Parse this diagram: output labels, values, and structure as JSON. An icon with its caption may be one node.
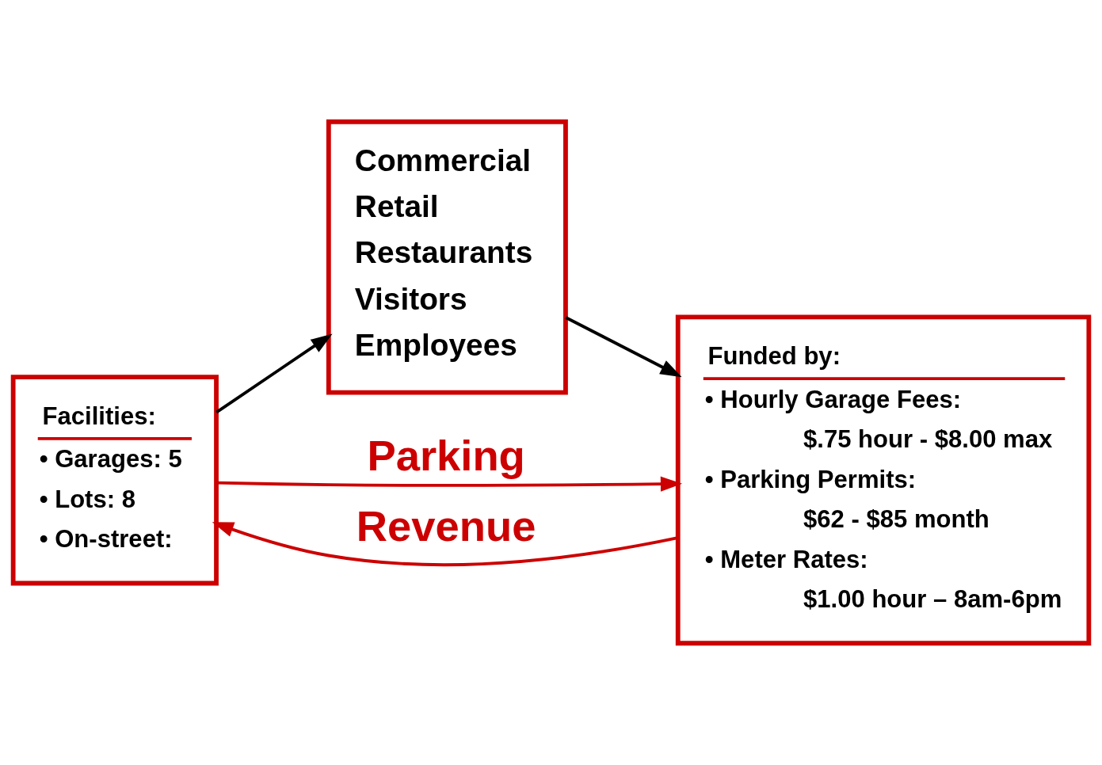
{
  "diagram": {
    "nodes": [
      {
        "text": [
          "Facilities:",
          "• Garages: 5",
          "• Lots: 8",
          "• On-street:"
        ]
      },
      {
        "text": [
          "Commercial",
          "Retail",
          "Restaurants",
          "Visitors",
          "Employees"
        ]
      },
      {
        "text": [
          "Funded by:",
          "• Hourly Garage Fees:",
          "$.75 hour - $8.00 max",
          "• Parking Permits:",
          "$62 - $85 month",
          "• Meter Rates:",
          "$1.00 hour – 8am-6pm"
        ]
      }
    ],
    "edges": [
      {
        "from": 0,
        "to": 1,
        "arrow": "to"
      },
      {
        "from": 1,
        "to": 2,
        "arrow": "to"
      },
      {
        "from": 0,
        "to": 2,
        "arrow": "to",
        "label": "Parking",
        "color": "#cc0000"
      },
      {
        "from": 2,
        "to": 0,
        "arrow": "to",
        "label": "Revenue",
        "color": "#cc0000"
      }
    ]
  }
}
